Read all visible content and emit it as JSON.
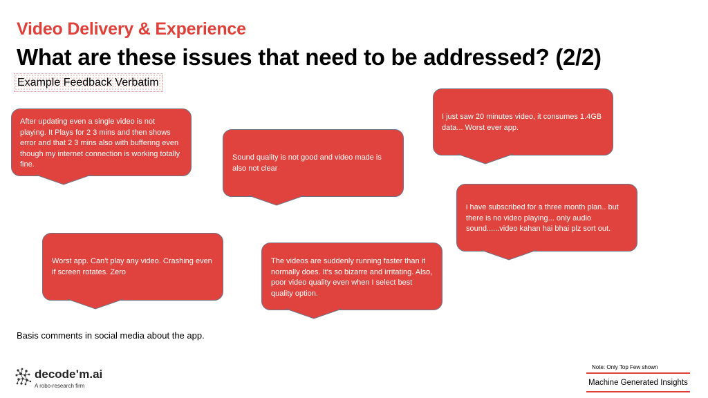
{
  "header": {
    "kicker": "Video Delivery & Experience",
    "title": "What are these issues that need to be addressed? (2/2)",
    "subtitle": "Example Feedback Verbatim"
  },
  "bubbles": [
    {
      "text": "After updating even a single video is not playing. It Plays for 2 3 mins and then shows error and that 2 3 mins also with buffering even though my internet connection is working totally fine."
    },
    {
      "text": "Sound quality is not good and video made is also not clear"
    },
    {
      "text": "I just saw 20 minutes video, it consumes 1.4GB data... Worst ever app."
    },
    {
      "text": "i have subscribed for a three month plan.. but there is no video playing... only audio sound......video kahan hai bhai plz sort out."
    },
    {
      "text": "Worst app. Can't play any video. Crashing even if screen rotates. Zero"
    },
    {
      "text": "The videos are suddenly running faster than it normally does. It's so bizarre and irritating. Also, poor video quality even when I select best quality option."
    }
  ],
  "footer": {
    "basis": "Basis comments in social media about the app.",
    "logo_name": "decode’m.ai",
    "logo_tagline": "A robo-research firm",
    "note": "Note: Only Top Few shown",
    "label": "Machine Generated Insights"
  },
  "colors": {
    "accent": "#e0403a",
    "bubble_fill": "#e0433d",
    "bubble_border": "#6b7486"
  }
}
